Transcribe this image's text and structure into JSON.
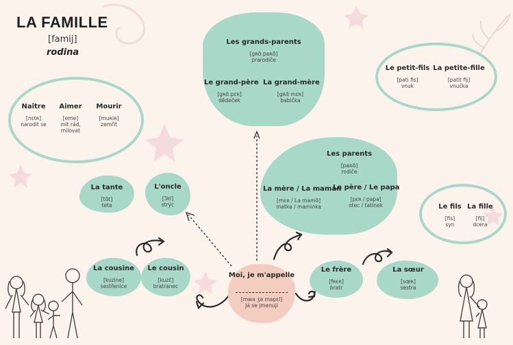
{
  "header": {
    "title": "LA FAMILLE",
    "ipa": "[famij]",
    "translation": "rodina"
  },
  "colors": {
    "background": "#fbf3ec",
    "mint": "#a8d8c8",
    "peach": "#f3cec0"
  },
  "verbs": [
    {
      "fr": "Naître",
      "ipa": "[nɛtʀ]",
      "cz": "narodit se"
    },
    {
      "fr": "Aimer",
      "ipa": "[eme]",
      "cz": "mít rád, milovat"
    },
    {
      "fr": "Mourir",
      "ipa": "[muʀiʀ]",
      "cz": "zemřít"
    }
  ],
  "grandparents": {
    "group": {
      "fr": "Les grands-parents",
      "ipa": "[gʀɑ̃ paʀɑ̃]",
      "cz": "prarodiče"
    },
    "grandpere": {
      "fr": "Le grand-père",
      "ipa": "[gʀɑ̃ pɛʀ]",
      "cz": "dědeček"
    },
    "grandmere": {
      "fr": "La grand-mère",
      "ipa": "[gʀɑ̃ mɛʀ]",
      "cz": "babička"
    }
  },
  "grandchildren": {
    "petitfils": {
      "fr": "Le petit-fils",
      "ipa": "[pati fis]",
      "cz": "vnuk"
    },
    "petitefille": {
      "fr": "La petite-fille",
      "ipa": "[patit fij]",
      "cz": "vnučka"
    }
  },
  "parents": {
    "group": {
      "fr": "Les parents",
      "ipa": "[paʀɑ̃]",
      "cz": "rodiče"
    },
    "mere": {
      "fr": "La mère / La maman",
      "ipa": "[mɛʀ / La mamɑ̃]",
      "cz": "matka / maminka"
    },
    "pere": {
      "fr": "Le père / Le papa",
      "ipa": "[pɛʀ / papa]",
      "cz": "otec / tatínek"
    }
  },
  "children": {
    "fils": {
      "fr": "Le fils",
      "ipa": "[fis]",
      "cz": "syn"
    },
    "fille": {
      "fr": "La fille",
      "ipa": "[fij]",
      "cz": "dcera"
    }
  },
  "tante": {
    "fr": "La tante",
    "ipa": "[tɑ̃t]",
    "cz": "teta"
  },
  "oncle": {
    "fr": "L'oncle",
    "ipa": "[ɔ̃kl]",
    "cz": "strýc"
  },
  "cousine": {
    "fr": "La cousine",
    "ipa": "[kuzine]",
    "cz": "sestřenice"
  },
  "cousin": {
    "fr": "Le cousin",
    "ipa": "[kuzɛ̃]",
    "cz": "bratranec"
  },
  "center": {
    "fr": "Moi, je m'appelle",
    "ipa": "[mwa ʒə mapɛl]",
    "cz": "Já se jmenuji"
  },
  "frere": {
    "fr": "Le frère",
    "ipa": "[fʀɛʀ]",
    "cz": "bratr"
  },
  "soeur": {
    "fr": "La sœur",
    "ipa": "[sœʀ]",
    "cz": "sestra"
  }
}
